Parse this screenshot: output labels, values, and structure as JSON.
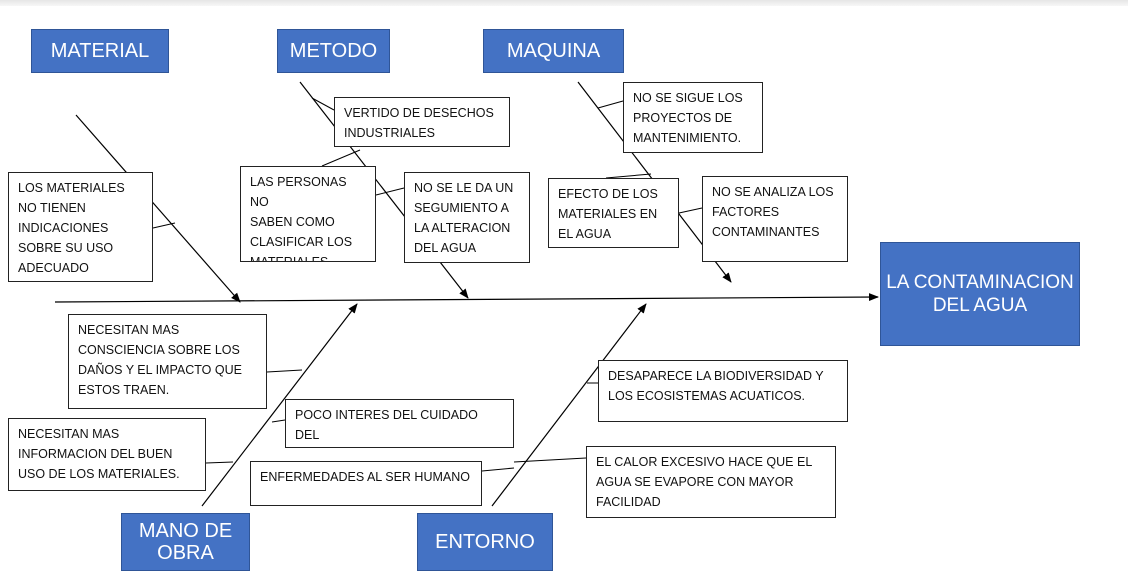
{
  "effect": {
    "text": "LA CONTAMINACION DEL AGUA"
  },
  "categories": {
    "material": "MATERIAL",
    "metodo": "METODO",
    "maquina": "MAQUINA",
    "mano_de_obra": "MANO DE OBRA",
    "entorno": "ENTORNO"
  },
  "causes": {
    "material_1": "LOS MATERIALES\nNO TIENEN\nINDICACIONES\nSOBRE SU USO\nADECUADO",
    "metodo_1": "VERTIDO DE DESECHOS\nINDUSTRIALES",
    "metodo_2": "LAS PERSONAS NO\nSABEN COMO\nCLASIFICAR LOS\nMATERIALES",
    "metodo_3": "NO SE LE DA UN\nSEGUMIENTO A\nLA ALTERACION\nDEL AGUA",
    "maquina_1": "NO SE SIGUE LOS\nPROYECTOS DE\nMANTENIMIENTO.",
    "maquina_2": "EFECTO DE LOS\nMATERIALES EN\nEL AGUA",
    "maquina_3": "NO SE ANALIZA LOS\nFACTORES\nCONTAMINANTES",
    "mano_1": "NECESITAN MAS\nCONSCIENCIA SOBRE LOS\nDAÑOS Y EL IMPACTO QUE\nESTOS TRAEN.",
    "mano_2": "POCO INTERES DEL CUIDADO DEL\nAGUA",
    "mano_3": "NECESITAN MAS\nINFORMACION DEL BUEN\nUSO DE LOS MATERIALES.",
    "mano_4": "ENFERMEDADES AL SER HUMANO",
    "entorno_1": "DESAPARECE LA BIODIVERSIDAD Y\nLOS ECOSISTEMAS ACUATICOS.",
    "entorno_2": "EL CALOR EXCESIVO HACE QUE EL\nAGUA SE EVAPORE CON MAYOR\nFACILIDAD"
  },
  "colors": {
    "category_fill": "#4472c4",
    "line": "#000000",
    "box_border": "#222222"
  }
}
